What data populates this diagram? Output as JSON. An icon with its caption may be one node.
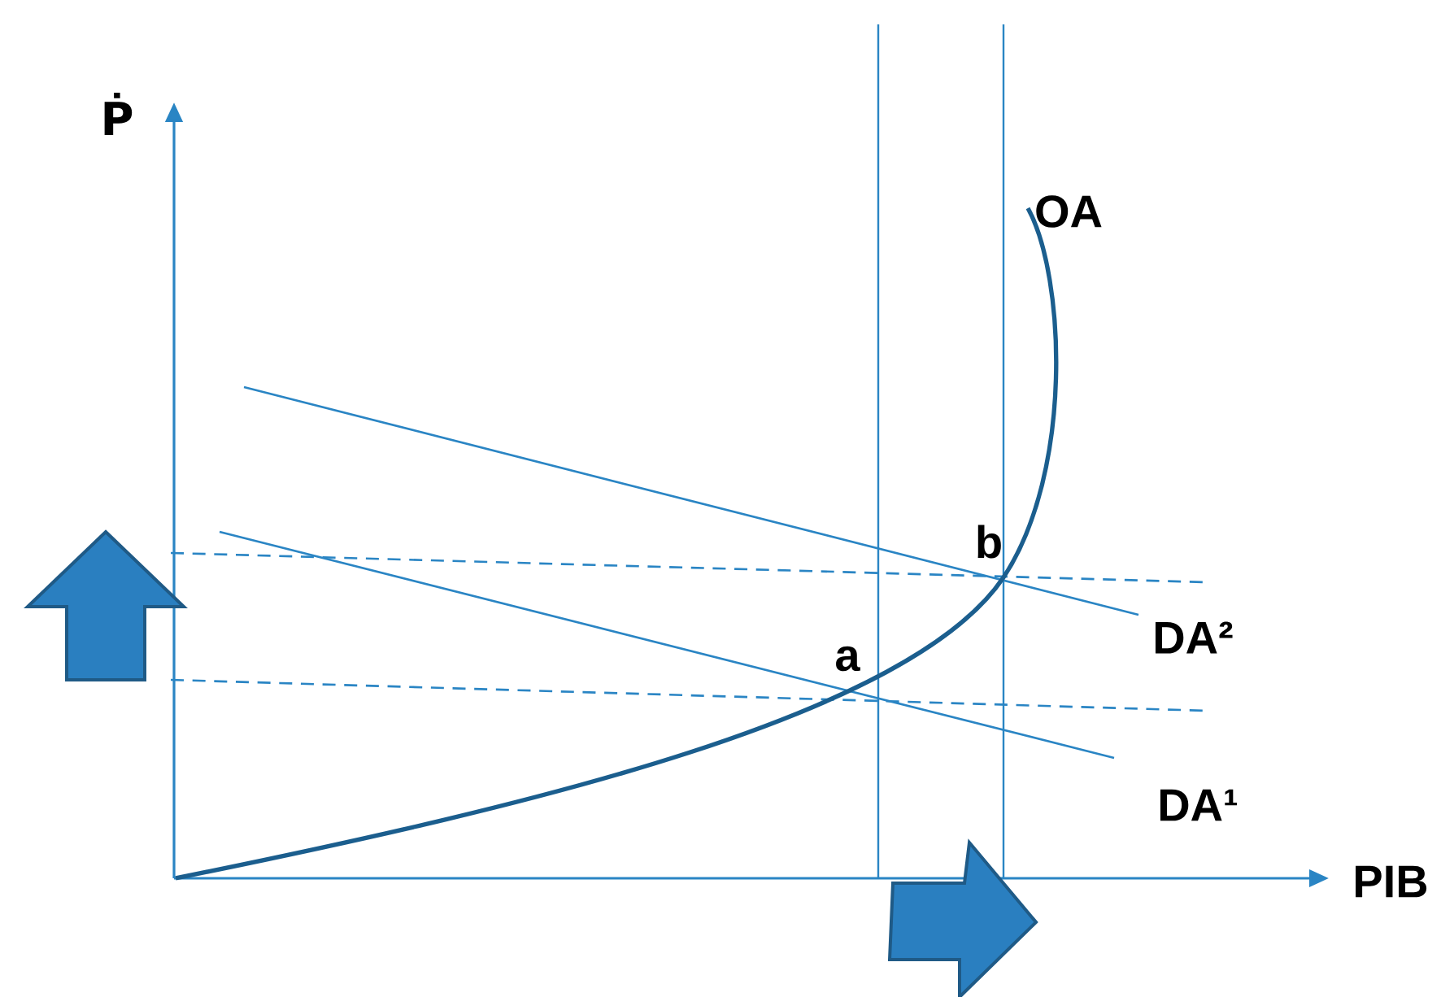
{
  "diagram": {
    "labels": [
      "Ṗ",
      "OA",
      "PIB",
      "b",
      "a",
      "DA²",
      "DA¹"
    ]
  }
}
